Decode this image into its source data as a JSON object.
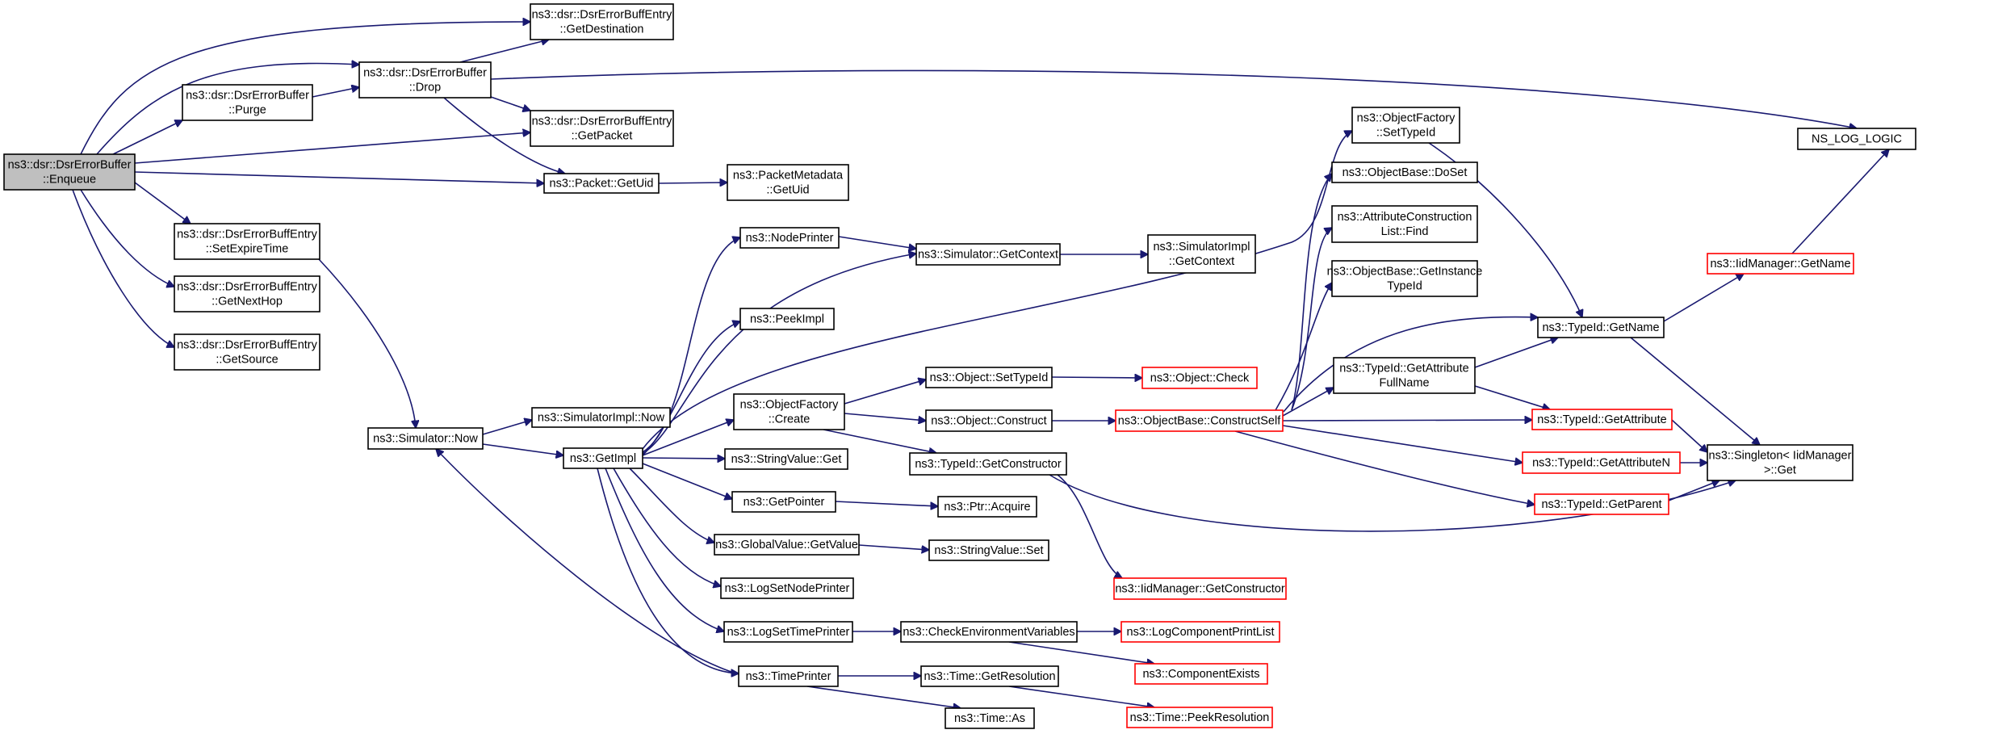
{
  "nodes": [
    {
      "id": "enqueue",
      "lines": [
        "ns3::dsr::DsrErrorBuffer",
        "::Enqueue"
      ],
      "style": "root"
    },
    {
      "id": "getdest",
      "lines": [
        "ns3::dsr::DsrErrorBuffEntry",
        "::GetDestination"
      ],
      "style": "black"
    },
    {
      "id": "drop",
      "lines": [
        "ns3::dsr::DsrErrorBuffer",
        "::Drop"
      ],
      "style": "black"
    },
    {
      "id": "purge",
      "lines": [
        "ns3::dsr::DsrErrorBuffer",
        "::Purge"
      ],
      "style": "black"
    },
    {
      "id": "getpacket",
      "lines": [
        "ns3::dsr::DsrErrorBuffEntry",
        "::GetPacket"
      ],
      "style": "black"
    },
    {
      "id": "getuid",
      "lines": [
        "ns3::Packet::GetUid"
      ],
      "style": "black"
    },
    {
      "id": "pmgetuid",
      "lines": [
        "ns3::PacketMetadata",
        "::GetUid"
      ],
      "style": "black"
    },
    {
      "id": "setexpire",
      "lines": [
        "ns3::dsr::DsrErrorBuffEntry",
        "::SetExpireTime"
      ],
      "style": "black"
    },
    {
      "id": "getnexthop",
      "lines": [
        "ns3::dsr::DsrErrorBuffEntry",
        "::GetNextHop"
      ],
      "style": "black"
    },
    {
      "id": "getsource",
      "lines": [
        "ns3::dsr::DsrErrorBuffEntry",
        "::GetSource"
      ],
      "style": "black"
    },
    {
      "id": "nslog",
      "lines": [
        "NS_LOG_LOGIC"
      ],
      "style": "black"
    },
    {
      "id": "simnow",
      "lines": [
        "ns3::Simulator::Now"
      ],
      "style": "black"
    },
    {
      "id": "simimplnow",
      "lines": [
        "ns3::SimulatorImpl::Now"
      ],
      "style": "black"
    },
    {
      "id": "getimpl",
      "lines": [
        "ns3::GetImpl"
      ],
      "style": "black"
    },
    {
      "id": "nodeprinter",
      "lines": [
        "ns3::NodePrinter"
      ],
      "style": "black"
    },
    {
      "id": "simgetctx",
      "lines": [
        "ns3::Simulator::GetContext"
      ],
      "style": "black"
    },
    {
      "id": "simimplgetctx",
      "lines": [
        "ns3::SimulatorImpl",
        "::GetContext"
      ],
      "style": "black"
    },
    {
      "id": "peekimpl",
      "lines": [
        "ns3::PeekImpl"
      ],
      "style": "black"
    },
    {
      "id": "ofcreate",
      "lines": [
        "ns3::ObjectFactory",
        "::Create"
      ],
      "style": "black"
    },
    {
      "id": "objsettypeid",
      "lines": [
        "ns3::Object::SetTypeId"
      ],
      "style": "black"
    },
    {
      "id": "objcheck",
      "lines": [
        "ns3::Object::Check"
      ],
      "style": "red"
    },
    {
      "id": "objconstruct",
      "lines": [
        "ns3::Object::Construct"
      ],
      "style": "black"
    },
    {
      "id": "constructself",
      "lines": [
        "ns3::ObjectBase::ConstructSelf"
      ],
      "style": "red"
    },
    {
      "id": "tidgetctor",
      "lines": [
        "ns3::TypeId::GetConstructor"
      ],
      "style": "black"
    },
    {
      "id": "stringget",
      "lines": [
        "ns3::StringValue::Get"
      ],
      "style": "black"
    },
    {
      "id": "getpointer",
      "lines": [
        "ns3::GetPointer"
      ],
      "style": "black"
    },
    {
      "id": "ptracquire",
      "lines": [
        "ns3::Ptr::Acquire"
      ],
      "style": "black"
    },
    {
      "id": "gvgetvalue",
      "lines": [
        "ns3::GlobalValue::GetValue"
      ],
      "style": "black"
    },
    {
      "id": "stringset",
      "lines": [
        "ns3::StringValue::Set"
      ],
      "style": "black"
    },
    {
      "id": "logsetnode",
      "lines": [
        "ns3::LogSetNodePrinter"
      ],
      "style": "black"
    },
    {
      "id": "logsettime",
      "lines": [
        "ns3::LogSetTimePrinter"
      ],
      "style": "black"
    },
    {
      "id": "checkenv",
      "lines": [
        "ns3::CheckEnvironmentVariables"
      ],
      "style": "black"
    },
    {
      "id": "logcomp",
      "lines": [
        "ns3::LogComponentPrintList"
      ],
      "style": "red"
    },
    {
      "id": "compexists",
      "lines": [
        "ns3::ComponentExists"
      ],
      "style": "red"
    },
    {
      "id": "timeprinter",
      "lines": [
        "ns3::TimePrinter"
      ],
      "style": "black"
    },
    {
      "id": "timegetres",
      "lines": [
        "ns3::Time::GetResolution"
      ],
      "style": "black"
    },
    {
      "id": "timepeekres",
      "lines": [
        "ns3::Time::PeekResolution"
      ],
      "style": "red"
    },
    {
      "id": "timeas",
      "lines": [
        "ns3::Time::As"
      ],
      "style": "black"
    },
    {
      "id": "iidgetctor",
      "lines": [
        "ns3::IidManager::GetConstructor"
      ],
      "style": "red"
    },
    {
      "id": "ofsettypeid",
      "lines": [
        "ns3::ObjectFactory",
        "::SetTypeId"
      ],
      "style": "black"
    },
    {
      "id": "obdoset",
      "lines": [
        "ns3::ObjectBase::DoSet"
      ],
      "style": "black"
    },
    {
      "id": "acfind",
      "lines": [
        "ns3::AttributeConstruction",
        "List::Find"
      ],
      "style": "black"
    },
    {
      "id": "obgetinst",
      "lines": [
        "ns3::ObjectBase::GetInstance",
        "TypeId"
      ],
      "style": "black"
    },
    {
      "id": "tidgetname",
      "lines": [
        "ns3::TypeId::GetName"
      ],
      "style": "black"
    },
    {
      "id": "iidgetname",
      "lines": [
        "ns3::IidManager::GetName"
      ],
      "style": "red"
    },
    {
      "id": "tidgetattrfull",
      "lines": [
        "ns3::TypeId::GetAttribute",
        "FullName"
      ],
      "style": "black"
    },
    {
      "id": "tidgetattr",
      "lines": [
        "ns3::TypeId::GetAttribute"
      ],
      "style": "red"
    },
    {
      "id": "tidgetattrn",
      "lines": [
        "ns3::TypeId::GetAttributeN"
      ],
      "style": "red"
    },
    {
      "id": "tidgetparent",
      "lines": [
        "ns3::TypeId::GetParent"
      ],
      "style": "red"
    },
    {
      "id": "singleton",
      "lines": [
        "ns3::Singleton< IidManager",
        ">::Get"
      ],
      "style": "black"
    }
  ],
  "edges": [
    [
      "enqueue",
      "getdest"
    ],
    [
      "enqueue",
      "drop"
    ],
    [
      "enqueue",
      "purge"
    ],
    [
      "enqueue",
      "getpacket"
    ],
    [
      "enqueue",
      "getuid"
    ],
    [
      "enqueue",
      "setexpire"
    ],
    [
      "enqueue",
      "getnexthop"
    ],
    [
      "enqueue",
      "getsource"
    ],
    [
      "purge",
      "drop"
    ],
    [
      "drop",
      "getdest"
    ],
    [
      "drop",
      "getpacket"
    ],
    [
      "drop",
      "getuid"
    ],
    [
      "drop",
      "nslog"
    ],
    [
      "getuid",
      "pmgetuid"
    ],
    [
      "setexpire",
      "simnow"
    ],
    [
      "simnow",
      "simimplnow"
    ],
    [
      "simnow",
      "getimpl"
    ],
    [
      "getimpl",
      "nodeprinter"
    ],
    [
      "getimpl",
      "simgetctx"
    ],
    [
      "getimpl",
      "peekimpl"
    ],
    [
      "getimpl",
      "ofcreate"
    ],
    [
      "getimpl",
      "ofsettypeid"
    ],
    [
      "getimpl",
      "stringget"
    ],
    [
      "getimpl",
      "getpointer"
    ],
    [
      "getimpl",
      "gvgetvalue"
    ],
    [
      "getimpl",
      "logsetnode"
    ],
    [
      "getimpl",
      "logsettime"
    ],
    [
      "getimpl",
      "timeprinter"
    ],
    [
      "nodeprinter",
      "simgetctx"
    ],
    [
      "simgetctx",
      "simimplgetctx"
    ],
    [
      "ofcreate",
      "objsettypeid"
    ],
    [
      "ofcreate",
      "objconstruct"
    ],
    [
      "ofcreate",
      "tidgetctor"
    ],
    [
      "objsettypeid",
      "objcheck"
    ],
    [
      "objconstruct",
      "constructself"
    ],
    [
      "tidgetctor",
      "iidgetctor"
    ],
    [
      "tidgetctor",
      "singleton"
    ],
    [
      "getpointer",
      "ptracquire"
    ],
    [
      "gvgetvalue",
      "stringset"
    ],
    [
      "logsettime",
      "checkenv"
    ],
    [
      "checkenv",
      "logcomp"
    ],
    [
      "checkenv",
      "compexists"
    ],
    [
      "timeprinter",
      "timegetres"
    ],
    [
      "timeprinter",
      "timeas"
    ],
    [
      "timeprinter",
      "simnow"
    ],
    [
      "timegetres",
      "timepeekres"
    ],
    [
      "constructself",
      "obdoset"
    ],
    [
      "constructself",
      "acfind"
    ],
    [
      "constructself",
      "obgetinst"
    ],
    [
      "constructself",
      "tidgetname"
    ],
    [
      "constructself",
      "tidgetattrfull"
    ],
    [
      "constructself",
      "tidgetattr"
    ],
    [
      "constructself",
      "tidgetattrn"
    ],
    [
      "constructself",
      "tidgetparent"
    ],
    [
      "ofsettypeid",
      "tidgetname"
    ],
    [
      "tidgetname",
      "iidgetname"
    ],
    [
      "tidgetname",
      "singleton"
    ],
    [
      "iidgetname",
      "nslog"
    ],
    [
      "tidgetattrfull",
      "tidgetname"
    ],
    [
      "tidgetattrfull",
      "tidgetattr"
    ],
    [
      "tidgetattr",
      "singleton"
    ],
    [
      "tidgetattrn",
      "singleton"
    ],
    [
      "tidgetparent",
      "singleton"
    ]
  ]
}
